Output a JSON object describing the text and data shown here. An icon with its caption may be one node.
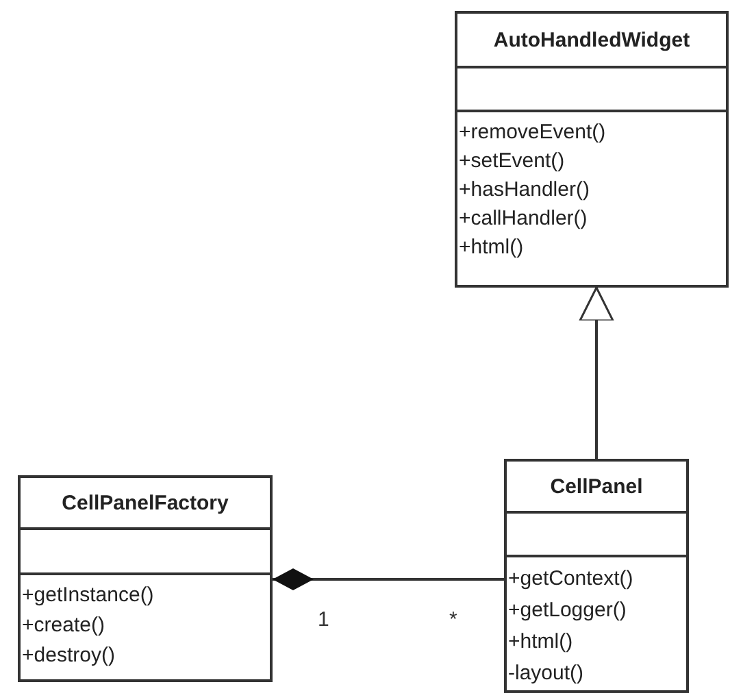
{
  "diagram": {
    "nodes": [
      {
        "text": [
          "AutoHandledWidget",
          "+removeEvent()",
          "+setEvent()",
          "+hasHandler()",
          "+callHandler()",
          "+html()"
        ]
      },
      {
        "text": [
          "CellPanelFactory",
          "+getInstance()",
          "+create()",
          "+destroy()"
        ]
      },
      {
        "text": [
          "CellPanel",
          "+getContext()",
          "+getLogger()",
          "+html()",
          "-layout()"
        ]
      }
    ],
    "edges": [
      {
        "from": 2,
        "to": 0,
        "arrow": "to"
      },
      {
        "from": 1,
        "to": 2,
        "arrow": "other"
      }
    ],
    "labels": [
      "1",
      "*"
    ]
  }
}
